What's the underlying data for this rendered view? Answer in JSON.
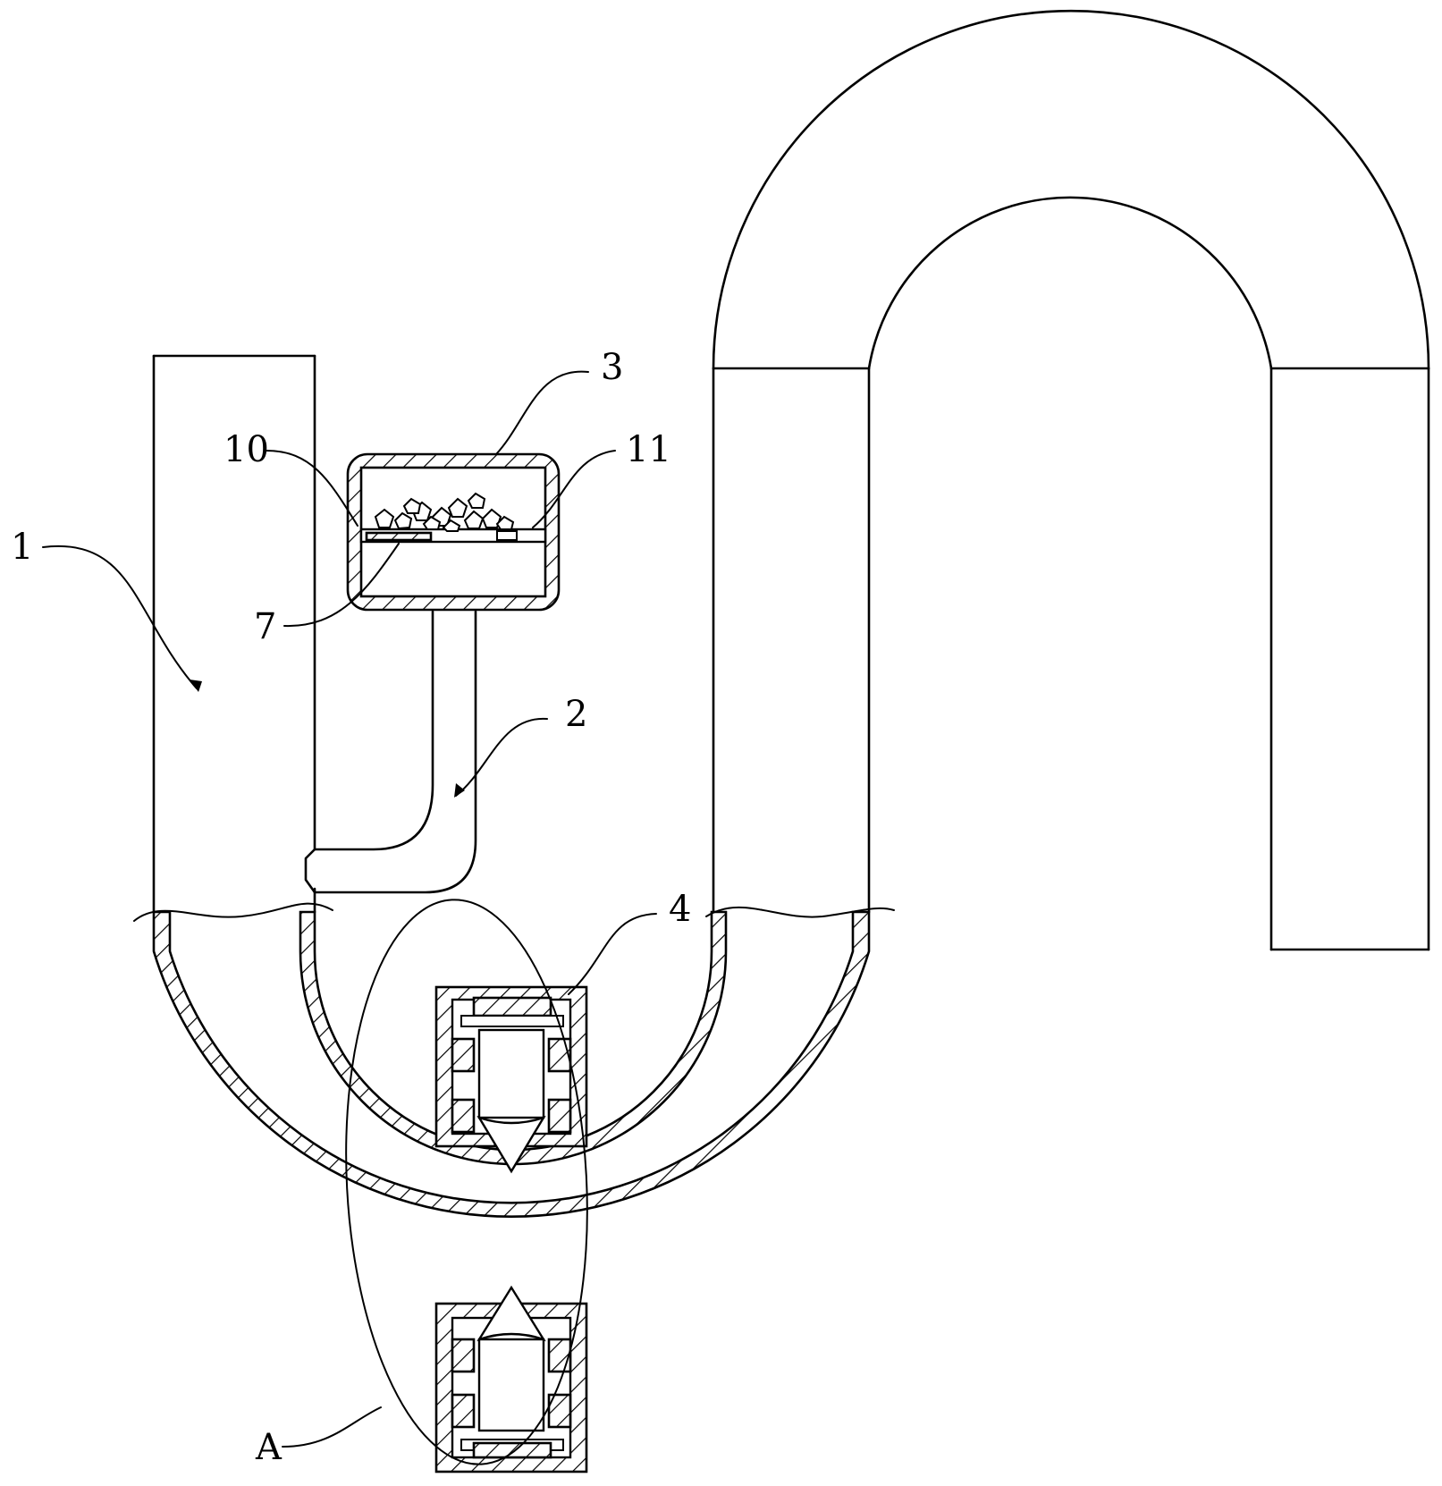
{
  "figure": {
    "labels": {
      "part_1": "1",
      "part_2": "2",
      "part_3": "3",
      "part_4": "4",
      "part_7": "7",
      "part_10": "10",
      "part_11": "11",
      "detail_A": "A"
    }
  }
}
